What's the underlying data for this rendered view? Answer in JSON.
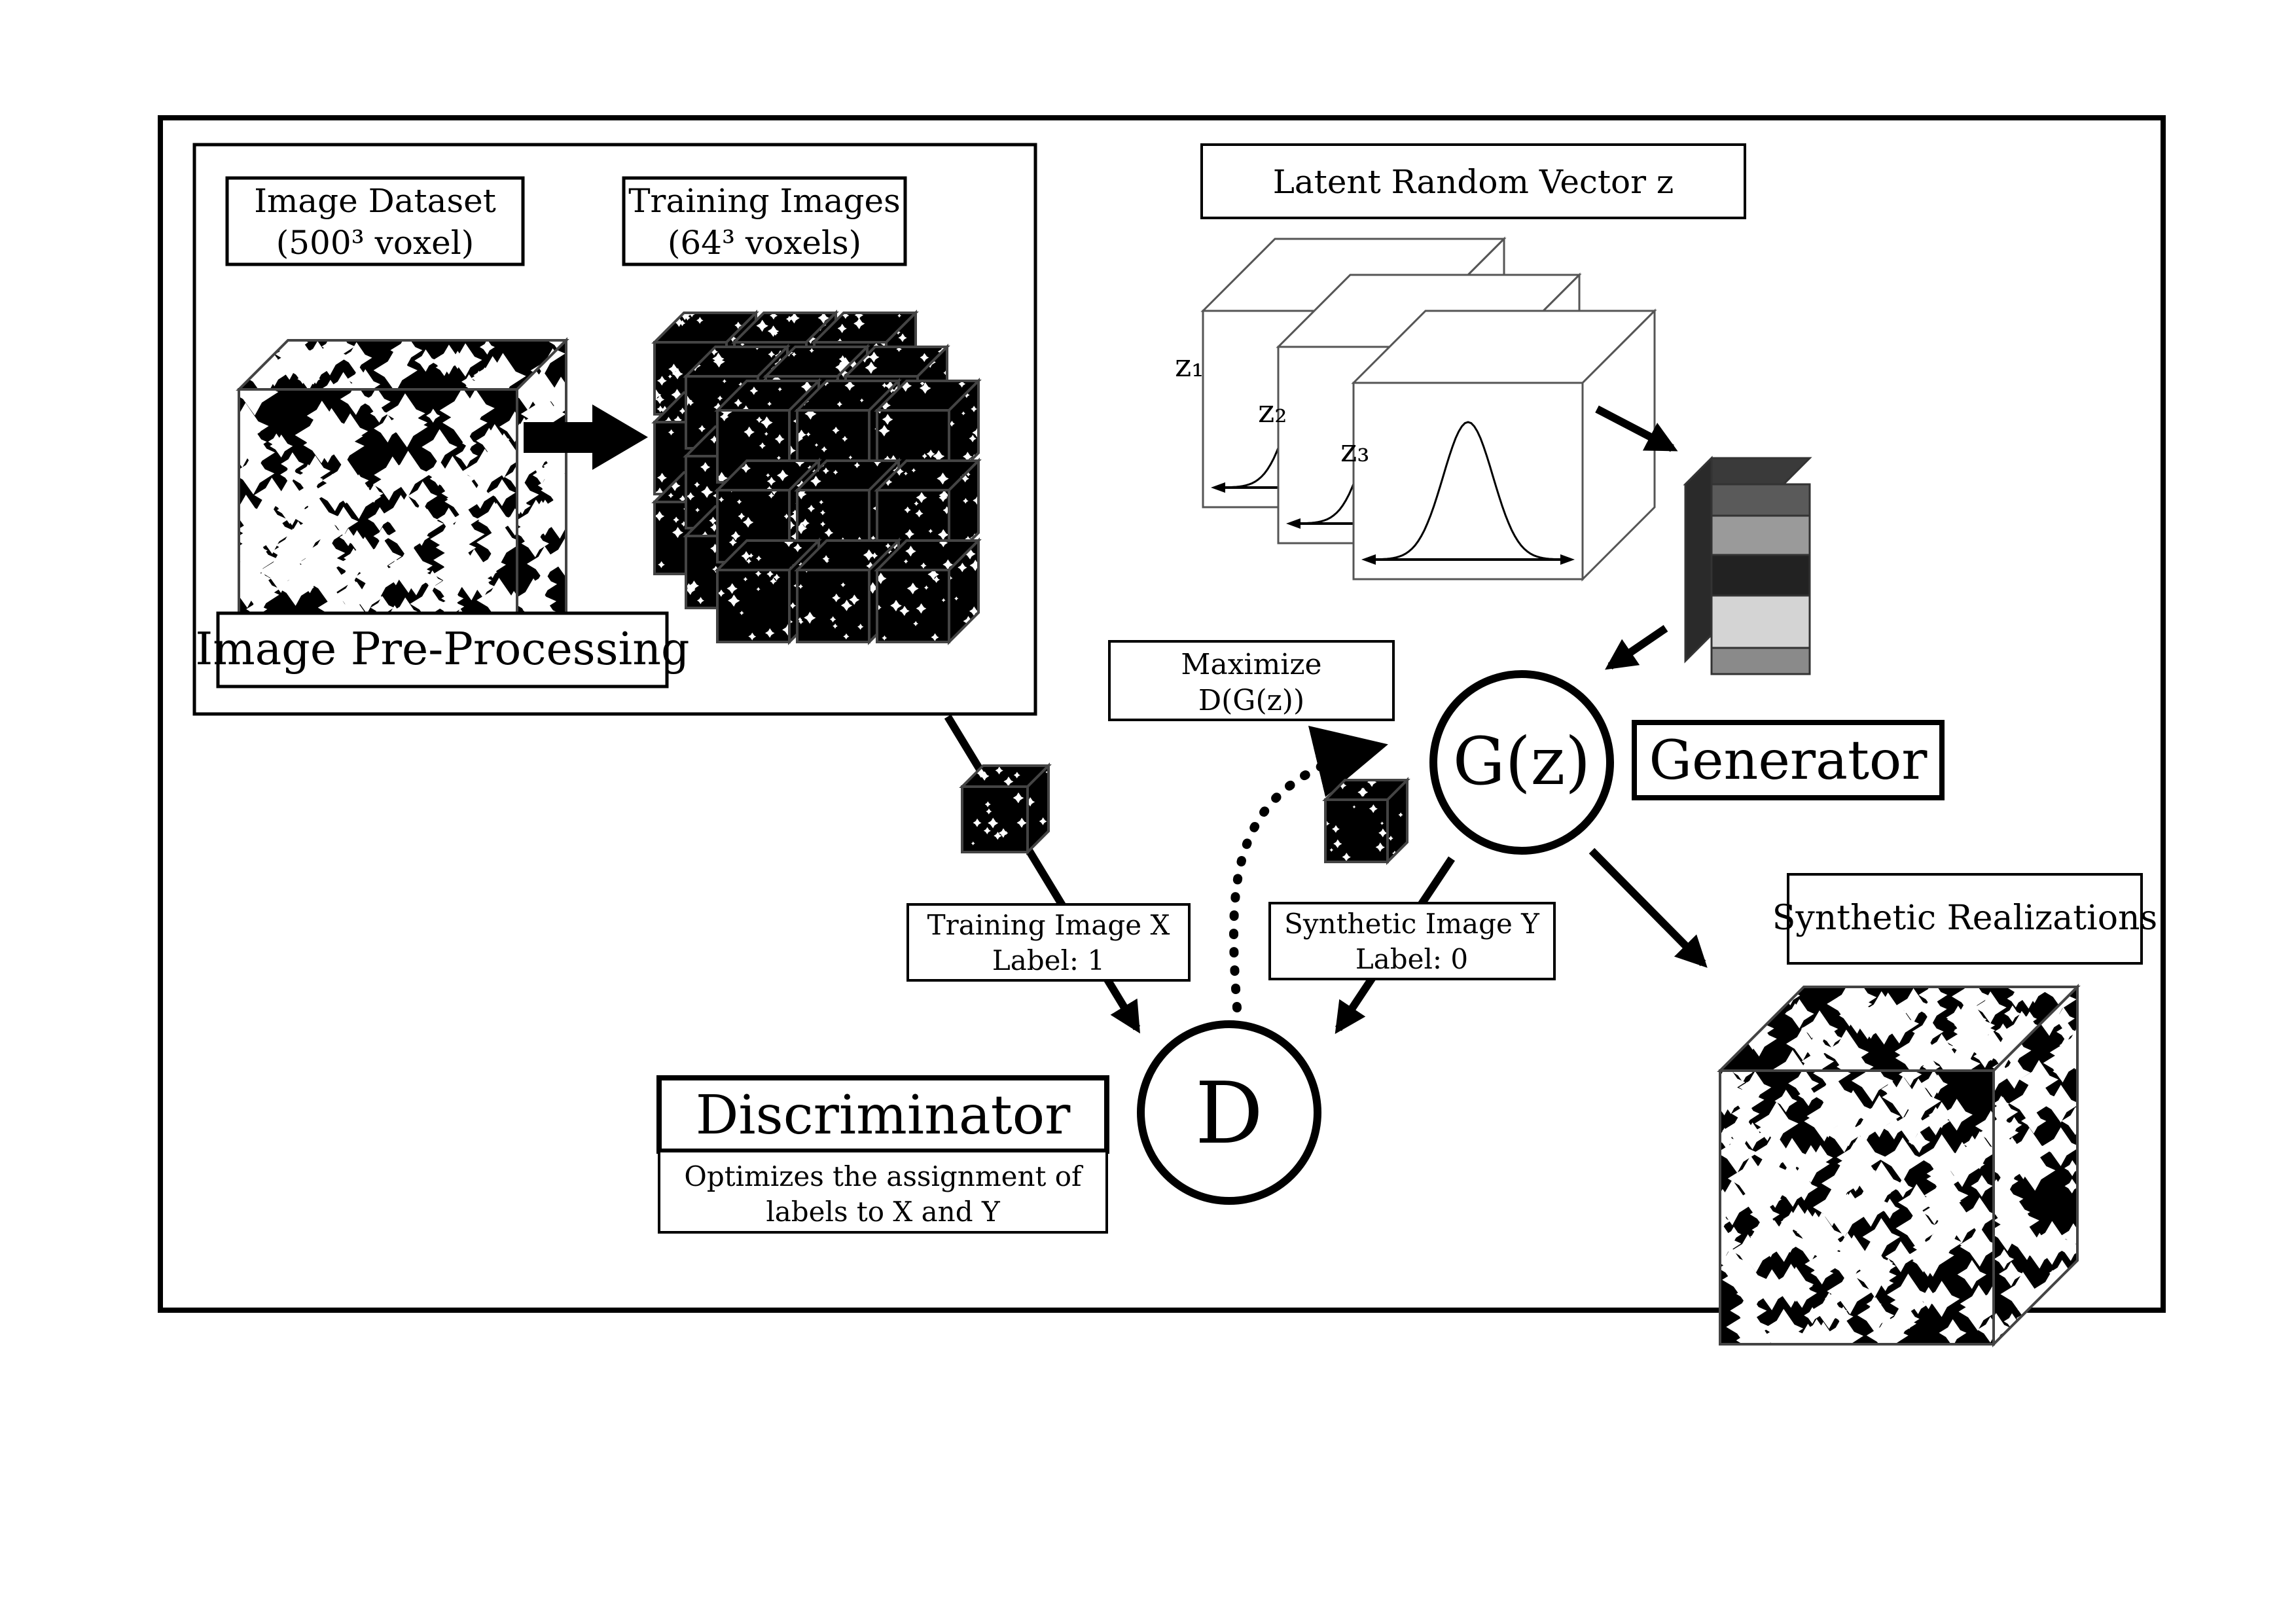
{
  "preprocessing": {
    "title": "Image Pre-Processing",
    "dataset_line1": "Image Dataset",
    "dataset_line2": "(500³ voxel)",
    "training_line1": "Training Images",
    "training_line2": "(64³ voxels)"
  },
  "latent": {
    "title": "Latent Random Vector z",
    "axis_labels": [
      "z₁",
      "z₂",
      "z₃"
    ]
  },
  "maximize": {
    "line1": "Maximize",
    "line2": "D(G(z))"
  },
  "generator": {
    "symbol": "G(z)",
    "label": "Generator"
  },
  "discriminator": {
    "symbol": "D",
    "label": "Discriminator",
    "desc_line1": "Optimizes the assignment of",
    "desc_line2": "labels to X and Y"
  },
  "training_image": {
    "line1": "Training Image X",
    "line2": "Label: 1"
  },
  "synthetic_image": {
    "line1": "Synthetic Image Y",
    "line2": "Label: 0"
  },
  "synthetic_realizations": {
    "label": "Synthetic Realizations"
  },
  "colors": {
    "stroke": "#000000",
    "background": "#ffffff",
    "pore": "#ffffff",
    "solid": "#000000",
    "latent_gray_shades": [
      "#5a5a5a",
      "#9a9a9a",
      "#222222",
      "#d4d4d4",
      "#8a8a8a"
    ]
  }
}
